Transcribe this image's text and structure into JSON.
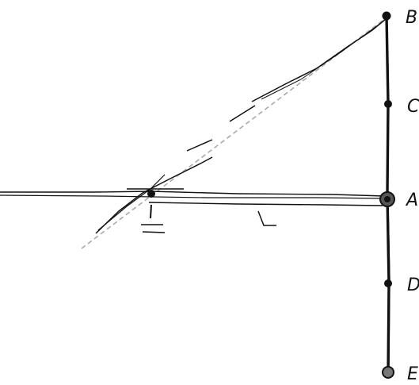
{
  "diagram": {
    "points": [
      {
        "id": "top",
        "label": "B"
      },
      {
        "id": "upper",
        "label": "C"
      },
      {
        "id": "middle",
        "label": "A"
      },
      {
        "id": "lower",
        "label": "D"
      },
      {
        "id": "bottom",
        "label": "E"
      }
    ],
    "segment_label": "L",
    "marker_label": "1"
  },
  "colors": {
    "ink": "#111111",
    "dashed_guide": "#aaaaaa",
    "background": "#ffffff"
  }
}
